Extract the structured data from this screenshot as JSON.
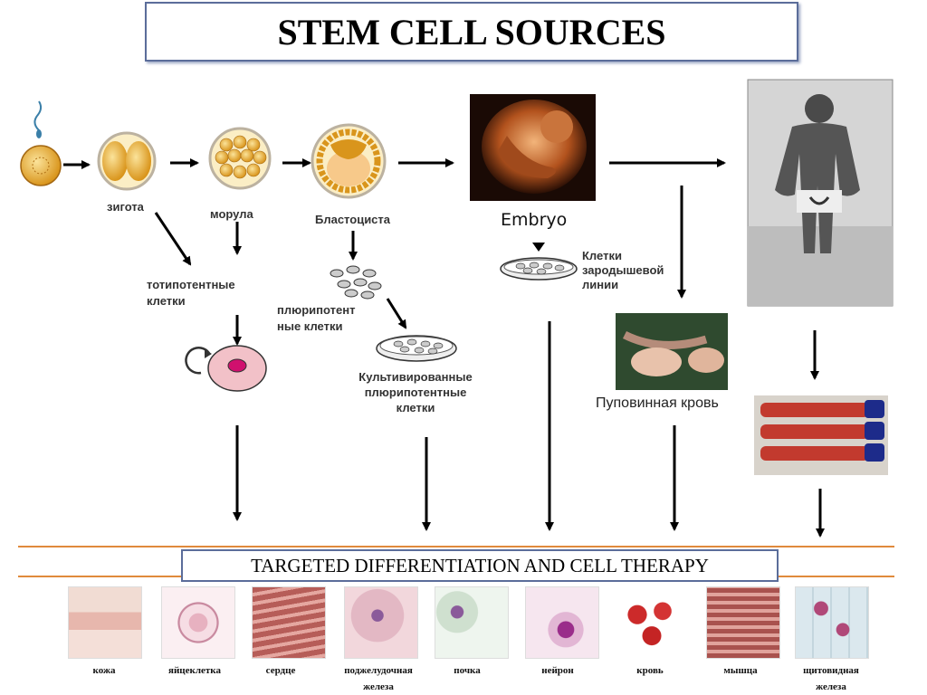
{
  "title": "STEM CELL SOURCES",
  "diagram": {
    "zygote_label": "зигота",
    "morula_label": "морула",
    "blastocyst_label": "Бластоциста",
    "totipotent_label_1": "тотипотентные",
    "totipotent_label_2": "клетки",
    "pluripotent_label_1": "плюрипотент",
    "pluripotent_label_2": "ные клетки",
    "cultured_label_1": "Культивированные",
    "cultured_label_2": "плюрипотентные",
    "cultured_label_3": "клетки",
    "embryo_label": "Embryo",
    "germline_label_1": "Клетки",
    "germline_label_2": "зародышевой",
    "germline_label_3": "линии",
    "cord_blood_label": "Пуповинная кровь"
  },
  "banner": "TARGETED DIFFERENTIATION AND CELL THERAPY",
  "tissues": [
    {
      "label_1": "кожа",
      "label_2": ""
    },
    {
      "label_1": "яйцеклетка",
      "label_2": ""
    },
    {
      "label_1": "сердце",
      "label_2": ""
    },
    {
      "label_1": "поджелудочная",
      "label_2": "железа"
    },
    {
      "label_1": "почка",
      "label_2": ""
    },
    {
      "label_1": "нейрон",
      "label_2": ""
    },
    {
      "label_1": "кровь",
      "label_2": ""
    },
    {
      "label_1": "мышца",
      "label_2": ""
    },
    {
      "label_1": "щитовидная",
      "label_2": "железа"
    }
  ],
  "colors": {
    "accent_line": "#e08a3c",
    "box_border": "#5b6d9a"
  }
}
